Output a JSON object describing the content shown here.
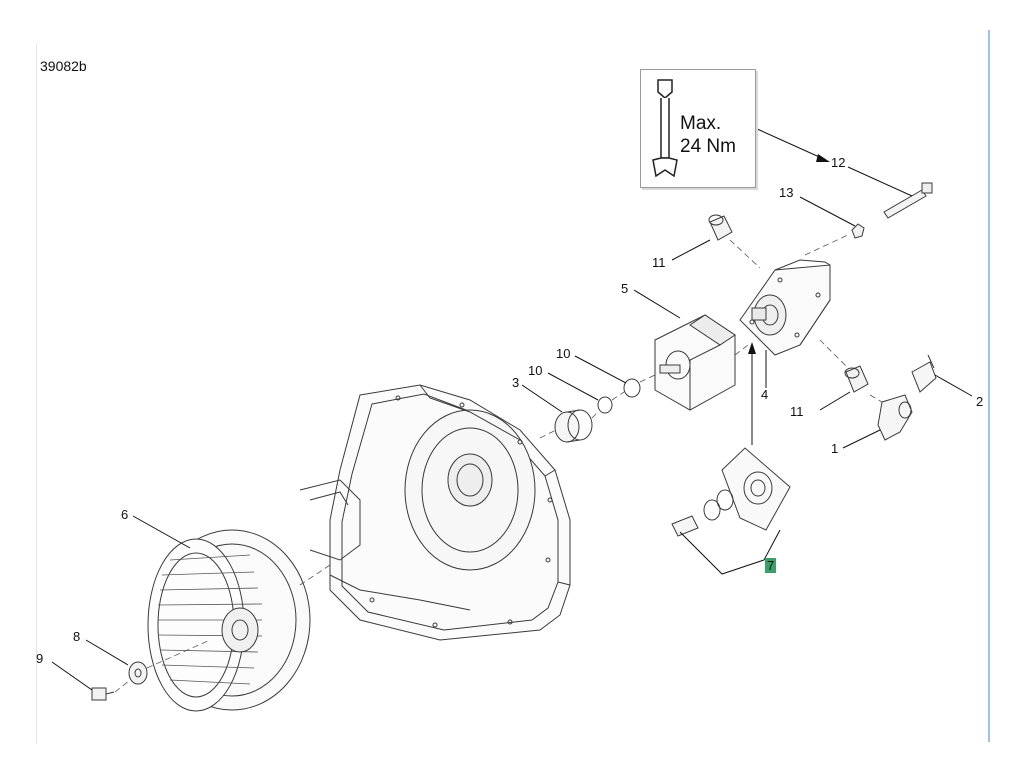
{
  "drawing": {
    "id": "39082b",
    "torque_note": {
      "line1": "Max.",
      "line2": "24 Nm",
      "icon": "wrench-icon"
    },
    "callouts": {
      "c1": "1",
      "c2": "2",
      "c3": "3",
      "c4": "4",
      "c5": "5",
      "c6": "6",
      "c7": "7",
      "c8": "8",
      "c9": "9",
      "c10a": "10",
      "c10b": "10",
      "c11a": "11",
      "c11b": "11",
      "c12": "12",
      "c13": "13"
    },
    "highlight_color": "#3aa06a"
  }
}
